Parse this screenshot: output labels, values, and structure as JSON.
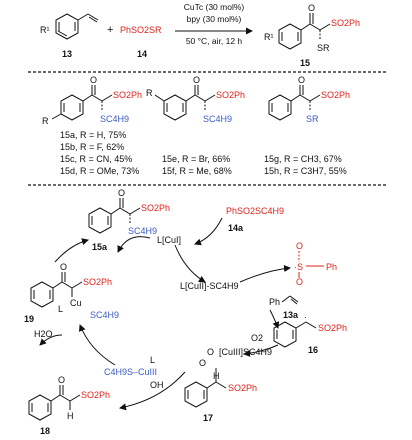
{
  "colors": {
    "red": "#e0231c",
    "blue": "#3a5cc8",
    "black": "#111111"
  },
  "reaction": {
    "reagent_14": "PhSO2SR",
    "conditions_top_1": "CuTc (30 mol%)",
    "conditions_top_2": "bpy (30 mol%)",
    "conditions_bottom": "50 °C, air, 12 h",
    "label_13": "13",
    "label_14": "14",
    "label_15": "15",
    "r1": "R¹",
    "plus": "+",
    "so2ph": "SO2Ph",
    "sr": "SR"
  },
  "products": {
    "a": "15a, R = H, 75%",
    "b": "15b, R = F, 62%",
    "c": "15c, R = CN, 45%",
    "d": "15d, R = OMe, 73%",
    "e": "15e, R = Br, 66%",
    "f": "15f, R = Me, 68%",
    "g": "15g, R = CH3, 67%",
    "h": "15h, R = C3H7, 55%",
    "r": "R",
    "sc4h9": "SC4H9"
  },
  "mechanism": {
    "label_15a": "15a",
    "label_14a": "14a",
    "reagent_14a": "PhSO2SC4H9",
    "cu_i": "L[CuI]",
    "cu_ii": "L[CuII]-SC4H9",
    "sulfonyl_radical": "·S(O)(O)–Ph",
    "styrene": "Ph",
    "label_13a": "13a",
    "label_16": "16",
    "o2": "O2",
    "cu_iii_peroxo": "[CuIII]SC4H9",
    "label_17": "17",
    "label_18": "18",
    "label_19": "19",
    "h2o": "H2O",
    "cu_iii_oh": "C4H9S–CuIII",
    "oh": "OH",
    "h": "H"
  }
}
